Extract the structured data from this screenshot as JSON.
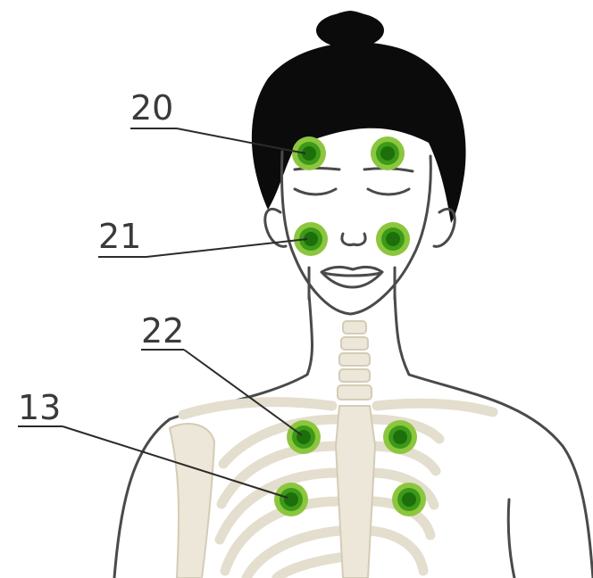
{
  "callouts": [
    {
      "id": "20",
      "label": "20"
    },
    {
      "id": "21",
      "label": "21"
    },
    {
      "id": "22",
      "label": "22"
    },
    {
      "id": "13",
      "label": "13"
    }
  ],
  "colors": {
    "point_outer": "#7dbf2a",
    "point_inner": "#1f7d10",
    "hair": "#0b0b0b",
    "skeleton": "#ece7d8",
    "outline": "#4a4a4a"
  }
}
